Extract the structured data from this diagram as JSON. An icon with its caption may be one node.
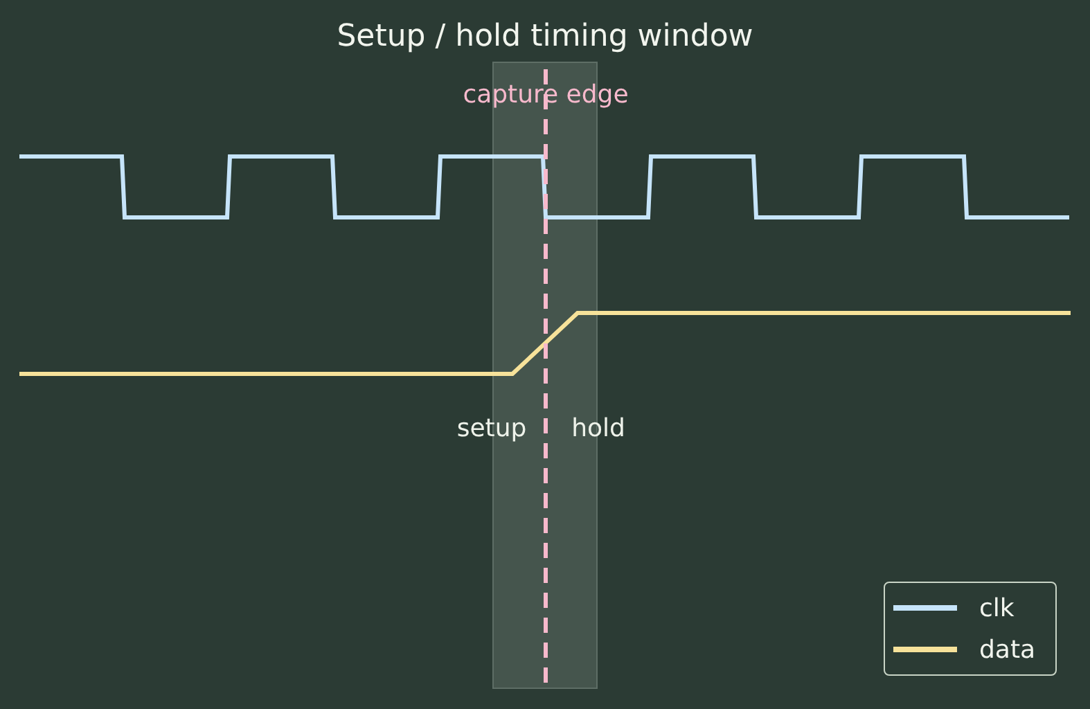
{
  "diagram": {
    "title": "Setup / hold timing window",
    "labels": [
      "capture edge",
      "setup",
      "hold"
    ],
    "legend": [
      {
        "text": "clk"
      },
      {
        "text": "data"
      }
    ]
  }
}
